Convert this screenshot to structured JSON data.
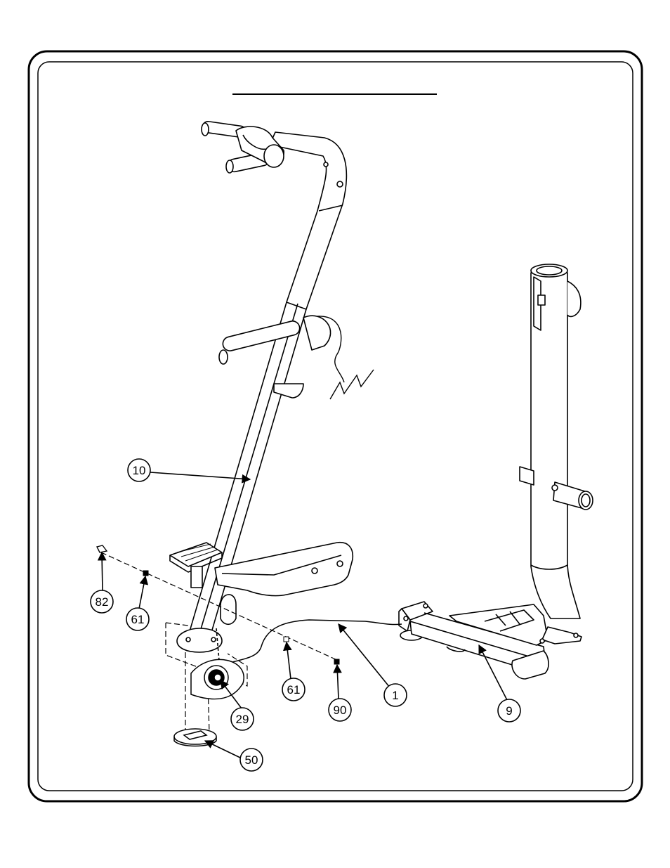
{
  "diagram": {
    "title": "",
    "callouts": [
      {
        "id": "c10",
        "label": "10"
      },
      {
        "id": "c82",
        "label": "82"
      },
      {
        "id": "c61a",
        "label": "61"
      },
      {
        "id": "c61b",
        "label": "61"
      },
      {
        "id": "c90",
        "label": "90"
      },
      {
        "id": "c1",
        "label": "1"
      },
      {
        "id": "c9",
        "label": "9"
      },
      {
        "id": "c29",
        "label": "29"
      },
      {
        "id": "c50",
        "label": "50"
      }
    ]
  },
  "colors": {
    "line": "#000000",
    "background": "#ffffff"
  }
}
